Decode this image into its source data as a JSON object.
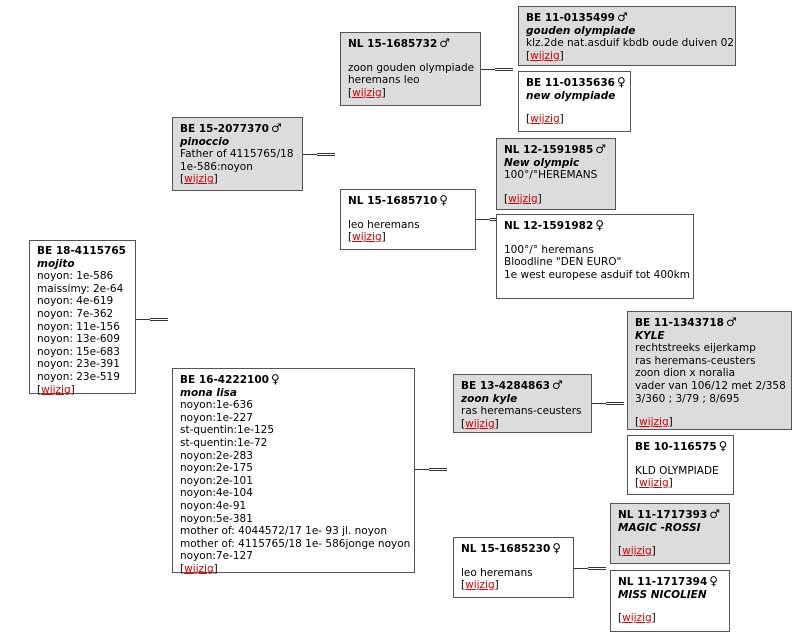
{
  "edit_label": "wijzig",
  "birds": {
    "root": {
      "ring": "BE 18-4115765",
      "sex": "",
      "name": "mojito",
      "lines": [
        "noyon: 1e-586",
        "maissimy: 2e-64",
        "noyon: 4e-619",
        "noyon: 7e-362",
        "noyon: 11e-156",
        "noyon: 13e-609",
        "noyon: 15e-683",
        "noyon: 23e-391",
        "noyon: 23e-519"
      ]
    },
    "sire": {
      "ring": "BE 15-2077370",
      "sex": "♂",
      "name": "pinoccio",
      "lines": [
        "Father of 4115765/18",
        "1e-586:noyon"
      ]
    },
    "dam": {
      "ring": "BE 16-4222100",
      "sex": "♀",
      "name": "mona lisa",
      "lines": [
        "noyon:1e-636",
        "noyon:1e-227",
        "st-quentin:1e-125",
        "st-quentin:1e-72",
        "noyon:2e-283",
        "noyon:2e-175",
        "noyon:2e-101",
        "noyon:4e-104",
        "noyon:4e-91",
        "noyon:5e-381",
        "mother of: 4044572/17 1e- 93 jl. noyon",
        "mother of: 4115765/18 1e- 586jonge noyon",
        "noyon:7e-127"
      ]
    },
    "ss": {
      "ring": "NL 15-1685732",
      "sex": "♂",
      "name": "",
      "lines": [
        "zoon gouden olympiade",
        "heremans leo"
      ]
    },
    "sd": {
      "ring": "NL 15-1685710",
      "sex": "♀",
      "name": "",
      "lines": [
        "leo heremans"
      ]
    },
    "ds": {
      "ring": "BE 13-4284863",
      "sex": "♂",
      "name": "zoon kyle",
      "lines": [
        "ras heremans-ceusters"
      ]
    },
    "dd": {
      "ring": "NL 15-1685230",
      "sex": "♀",
      "name": "",
      "lines": [
        "leo heremans"
      ]
    },
    "sss": {
      "ring": "BE 11-0135499",
      "sex": "♂",
      "name": "gouden olympiade",
      "lines": [
        "klz.2de nat.asduif kbdb oude duiven 02"
      ]
    },
    "ssd": {
      "ring": "BE 11-0135636",
      "sex": "♀",
      "name": "new olympiade",
      "lines": []
    },
    "sds": {
      "ring": "NL 12-1591985",
      "sex": "♂",
      "name": "New olympic",
      "lines": [
        "100°/°HEREMANS"
      ]
    },
    "sdd": {
      "ring": "NL 12-1591982",
      "sex": "♀",
      "name": "",
      "lines": [
        "100°/° heremans",
        "Bloodline \"DEN EURO\"",
        "1e west europese asduif tot 400km"
      ]
    },
    "dss": {
      "ring": "BE 11-1343718",
      "sex": "♂",
      "name": "KYLE",
      "lines": [
        "rechtstreeks eijerkamp",
        "ras heremans-ceusters",
        "zoon dion x noralia",
        "vader van 106/12 met 2/358",
        "3/360 ; 3/79 ; 8/695"
      ]
    },
    "dsd": {
      "ring": "BE 10-116575",
      "sex": "♀",
      "name": "",
      "lines": [
        "KLD OLYMPIADE"
      ]
    },
    "dds": {
      "ring": "NL 11-1717393",
      "sex": "♂",
      "name": "MAGIC -ROSSI",
      "lines": []
    },
    "ddd": {
      "ring": "NL 11-1717394",
      "sex": "♀",
      "name": "MISS NICOLIEN",
      "lines": []
    }
  }
}
